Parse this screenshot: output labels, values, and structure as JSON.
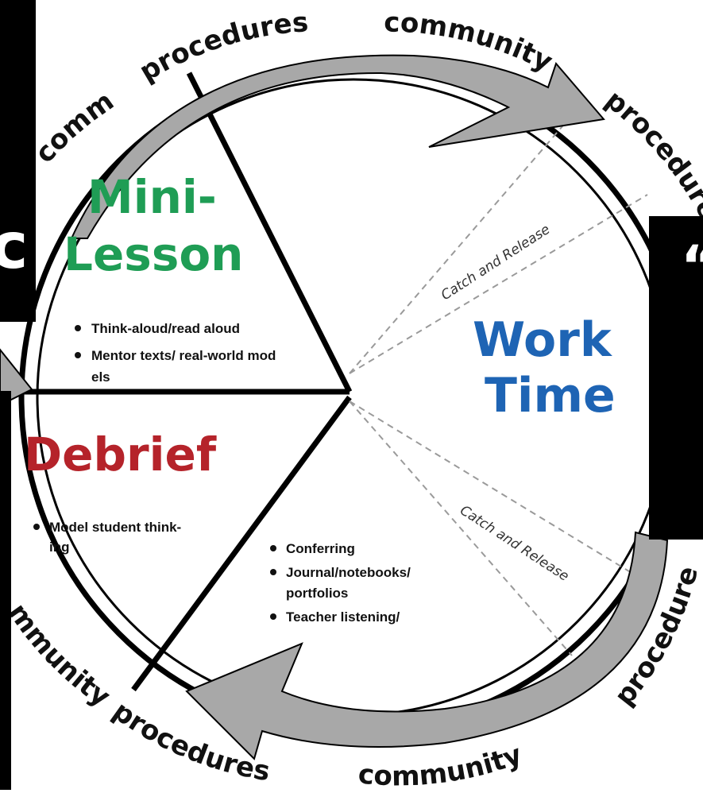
{
  "colors": {
    "mini_lesson": "#1f9d55",
    "work_time": "#1e64b4",
    "debrief": "#b5232a",
    "ring": "#000000",
    "arrow_fill": "#a8a8a8",
    "dashed": "#9a9a9a"
  },
  "sections": {
    "mini_lesson": {
      "title_line1": "Mini-",
      "title_line2": "Lesson",
      "bullets": [
        "Think-aloud/read aloud",
        "Mentor texts/ real-world mod",
        "els"
      ]
    },
    "work_time": {
      "title_line1": "Work",
      "title_line2": "Time",
      "bullets": [
        "Conferring",
        "Journal/notebooks/",
        "portfolios",
        "Teacher listening/"
      ]
    },
    "debrief": {
      "title": "Debrief",
      "bullets": [
        "Model student think-",
        "ing"
      ]
    }
  },
  "catch_and_release": [
    "Catch and Release",
    "Catch and Release"
  ],
  "ring_labels": {
    "procedures_top": "procedures",
    "community_top": "community",
    "procedures_top_right": "procedures",
    "community_top_left": "comm",
    "procedures_bottom_right": "procedures",
    "community_bottom": "community",
    "procedures_bottom": "procedures",
    "community_bottom_left": "mmunity"
  },
  "overlay_glyphs": {
    "left_panel": "c",
    "right_panel": "“"
  }
}
